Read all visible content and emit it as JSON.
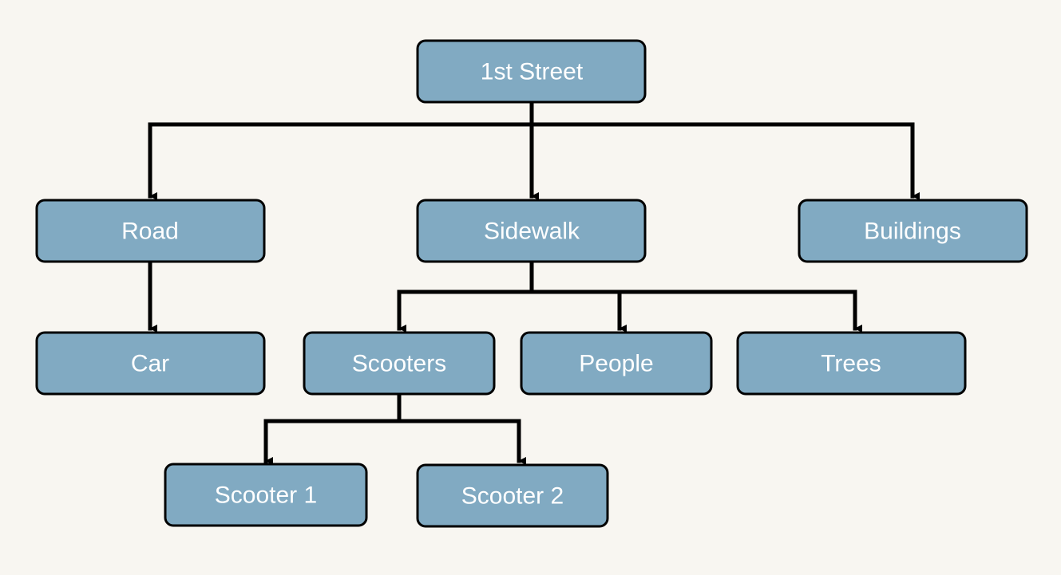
{
  "colors": {
    "background": "#f8f6f1",
    "node_fill": "#81aac2",
    "node_border": "#000000",
    "node_text": "#ffffff",
    "connector": "#000000"
  },
  "tree": {
    "root": {
      "label": "1st Street"
    },
    "level1": [
      {
        "label": "Road"
      },
      {
        "label": "Sidewalk"
      },
      {
        "label": "Buildings"
      }
    ],
    "road_children": [
      {
        "label": "Car"
      }
    ],
    "sidewalk_children": [
      {
        "label": "Scooters"
      },
      {
        "label": "People"
      },
      {
        "label": "Trees"
      }
    ],
    "scooters_children": [
      {
        "label": "Scooter 1"
      },
      {
        "label": "Scooter 2"
      }
    ]
  }
}
